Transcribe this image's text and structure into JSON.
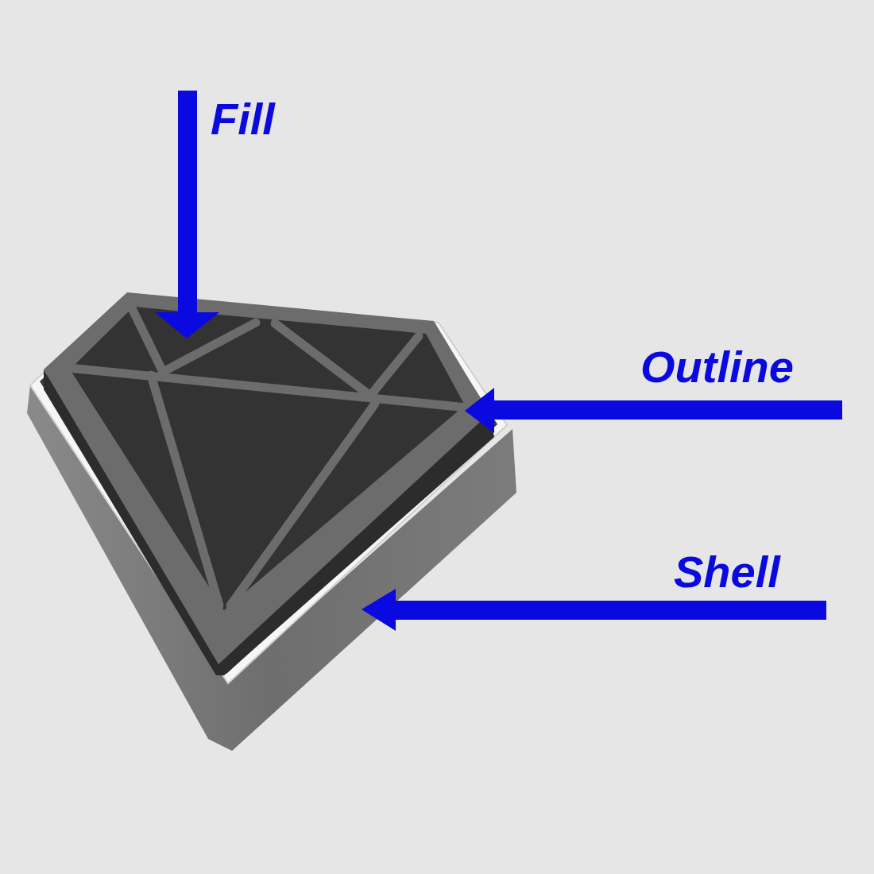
{
  "diagram": {
    "labels": [
      "Fill",
      "Outline",
      "Shell"
    ]
  }
}
